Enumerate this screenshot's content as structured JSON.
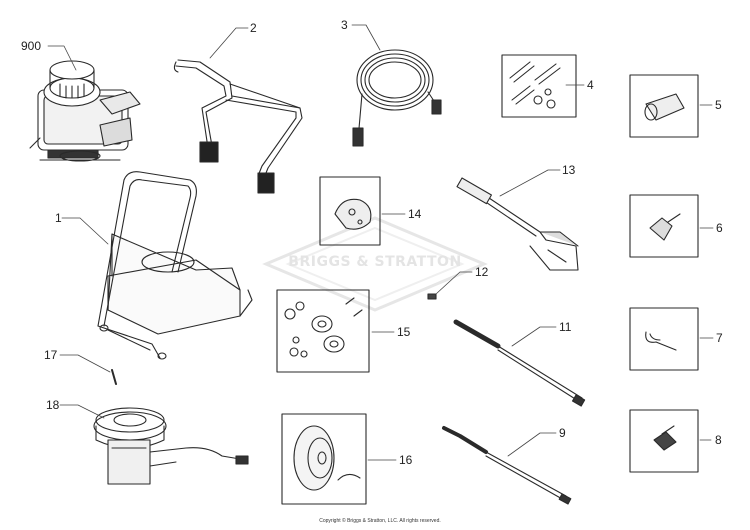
{
  "diagram": {
    "callouts": {
      "c900": "900",
      "c1": "1",
      "c2": "2",
      "c3": "3",
      "c4": "4",
      "c5": "5",
      "c6": "6",
      "c7": "7",
      "c8": "8",
      "c9": "9",
      "c11": "11",
      "c12": "12",
      "c13": "13",
      "c14": "14",
      "c15": "15",
      "c16": "16",
      "c17": "17",
      "c18": "18"
    },
    "watermark": "BRIGGS & STRATTON",
    "copyright": "Copyright © Briggs & Stratton, LLC. All rights reserved."
  },
  "colors": {
    "line": "#2a2a2a",
    "watermark": "#e4e4e4"
  }
}
